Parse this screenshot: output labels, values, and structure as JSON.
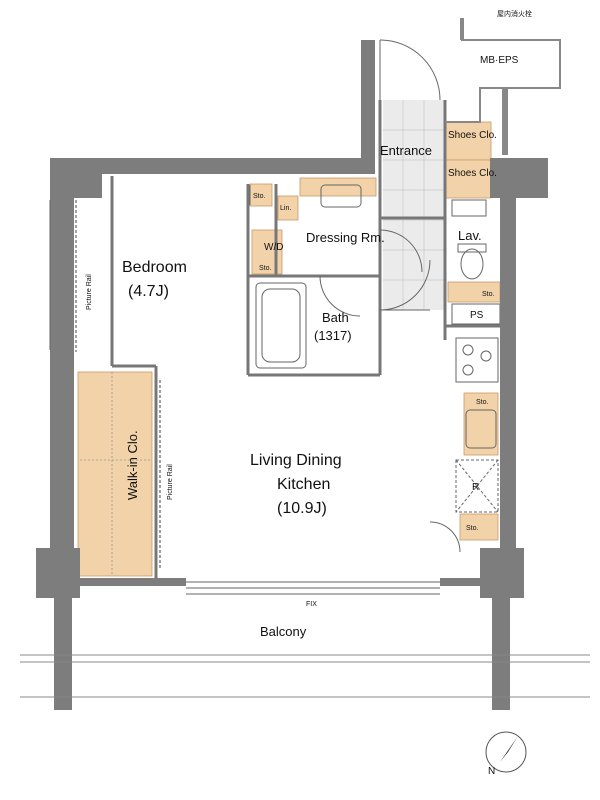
{
  "top_note": "屋内消火栓",
  "rooms": {
    "mb_eps": "MB·EPS",
    "entrance": "Entrance",
    "shoes_clo": "Shoes Clo.",
    "sto": "Sto.",
    "lin": "Lin.",
    "wd": "W/D",
    "dressing_rm": "Dressing Rm.",
    "lav": "Lav.",
    "bedroom": "Bedroom",
    "bedroom_size": "(4.7J)",
    "bath": "Bath",
    "bath_size": "(1317)",
    "ps": "PS",
    "picture_rail": "Picture Rail",
    "walk_in_clo": "Walk-in Clo.",
    "ldk_line1": "Living Dining",
    "ldk_line2": "Kitchen",
    "ldk_size": "(10.9J)",
    "fridge": "R",
    "fix": "FIX",
    "balcony": "Balcony"
  },
  "compass": {
    "label": "N"
  },
  "colors": {
    "wall": "#7d7d7d",
    "storage": "#f2d2a8",
    "storage_stroke": "#c89a66",
    "tile": "#e3e3e3",
    "line": "#555555"
  }
}
